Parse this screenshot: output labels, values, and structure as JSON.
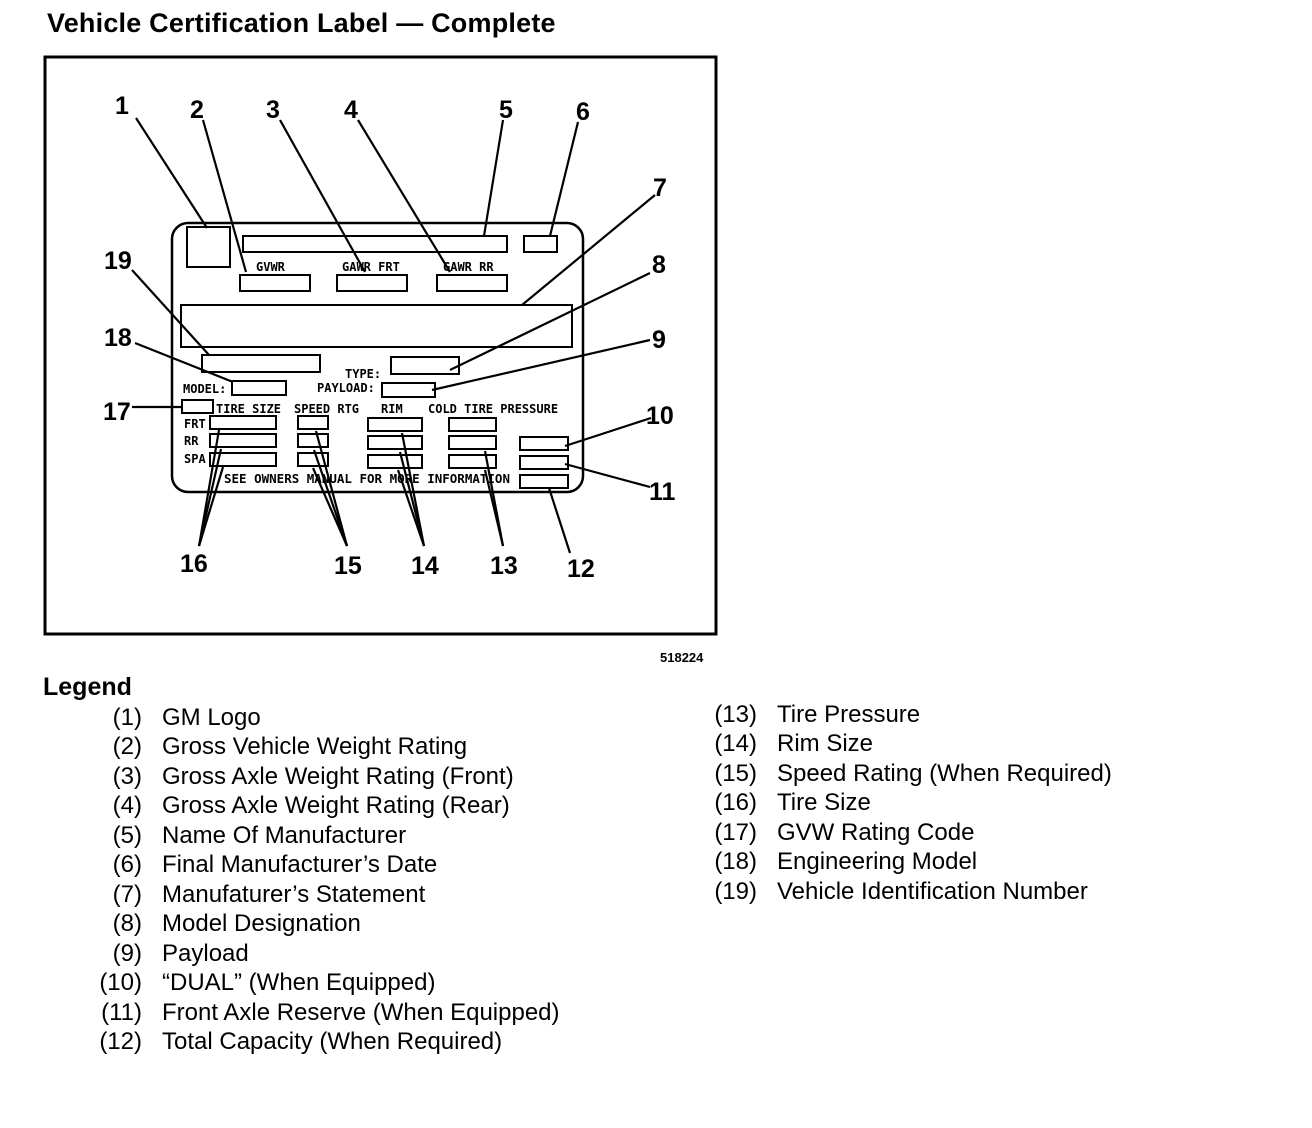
{
  "title": "Vehicle Certification Label — Complete",
  "figure_number": "518224",
  "label": {
    "gvwr": "GVWR",
    "gawr_frt": "GAWR FRT",
    "gawr_rr": "GAWR RR",
    "type": "TYPE:",
    "model": "MODEL:",
    "payload": "PAYLOAD:",
    "tire_size": "TIRE SIZE",
    "speed_rtg": "SPEED RTG",
    "rim": "RIM",
    "cold_tire_pressure": "COLD TIRE PRESSURE",
    "frt": "FRT",
    "rr": "RR",
    "spa": "SPA",
    "footer": "SEE OWNERS MANUAL FOR MORE INFORMATION"
  },
  "callouts": [
    "1",
    "2",
    "3",
    "4",
    "5",
    "6",
    "7",
    "8",
    "9",
    "10",
    "11",
    "12",
    "13",
    "14",
    "15",
    "16",
    "17",
    "18",
    "19"
  ],
  "legend": {
    "heading": "Legend",
    "left": [
      {
        "num": "(1)",
        "text": "GM Logo"
      },
      {
        "num": "(2)",
        "text": "Gross Vehicle Weight Rating"
      },
      {
        "num": "(3)",
        "text": "Gross Axle Weight Rating (Front)"
      },
      {
        "num": "(4)",
        "text": "Gross Axle Weight Rating (Rear)"
      },
      {
        "num": "(5)",
        "text": "Name Of Manufacturer"
      },
      {
        "num": "(6)",
        "text": "Final Manufacturer’s Date"
      },
      {
        "num": "(7)",
        "text": "Manufaturer’s Statement"
      },
      {
        "num": "(8)",
        "text": "Model Designation"
      },
      {
        "num": "(9)",
        "text": "Payload"
      },
      {
        "num": "(10)",
        "text": "“DUAL” (When Equipped)"
      },
      {
        "num": "(11)",
        "text": "Front Axle Reserve (When Equipped)"
      },
      {
        "num": "(12)",
        "text": "Total Capacity (When Required)"
      }
    ],
    "right": [
      {
        "num": "(13)",
        "text": "Tire Pressure"
      },
      {
        "num": "(14)",
        "text": "Rim Size"
      },
      {
        "num": "(15)",
        "text": "Speed Rating (When Required)"
      },
      {
        "num": "(16)",
        "text": "Tire Size"
      },
      {
        "num": "(17)",
        "text": "GVW Rating Code"
      },
      {
        "num": "(18)",
        "text": "Engineering Model"
      },
      {
        "num": "(19)",
        "text": "Vehicle Identification Number"
      }
    ]
  }
}
